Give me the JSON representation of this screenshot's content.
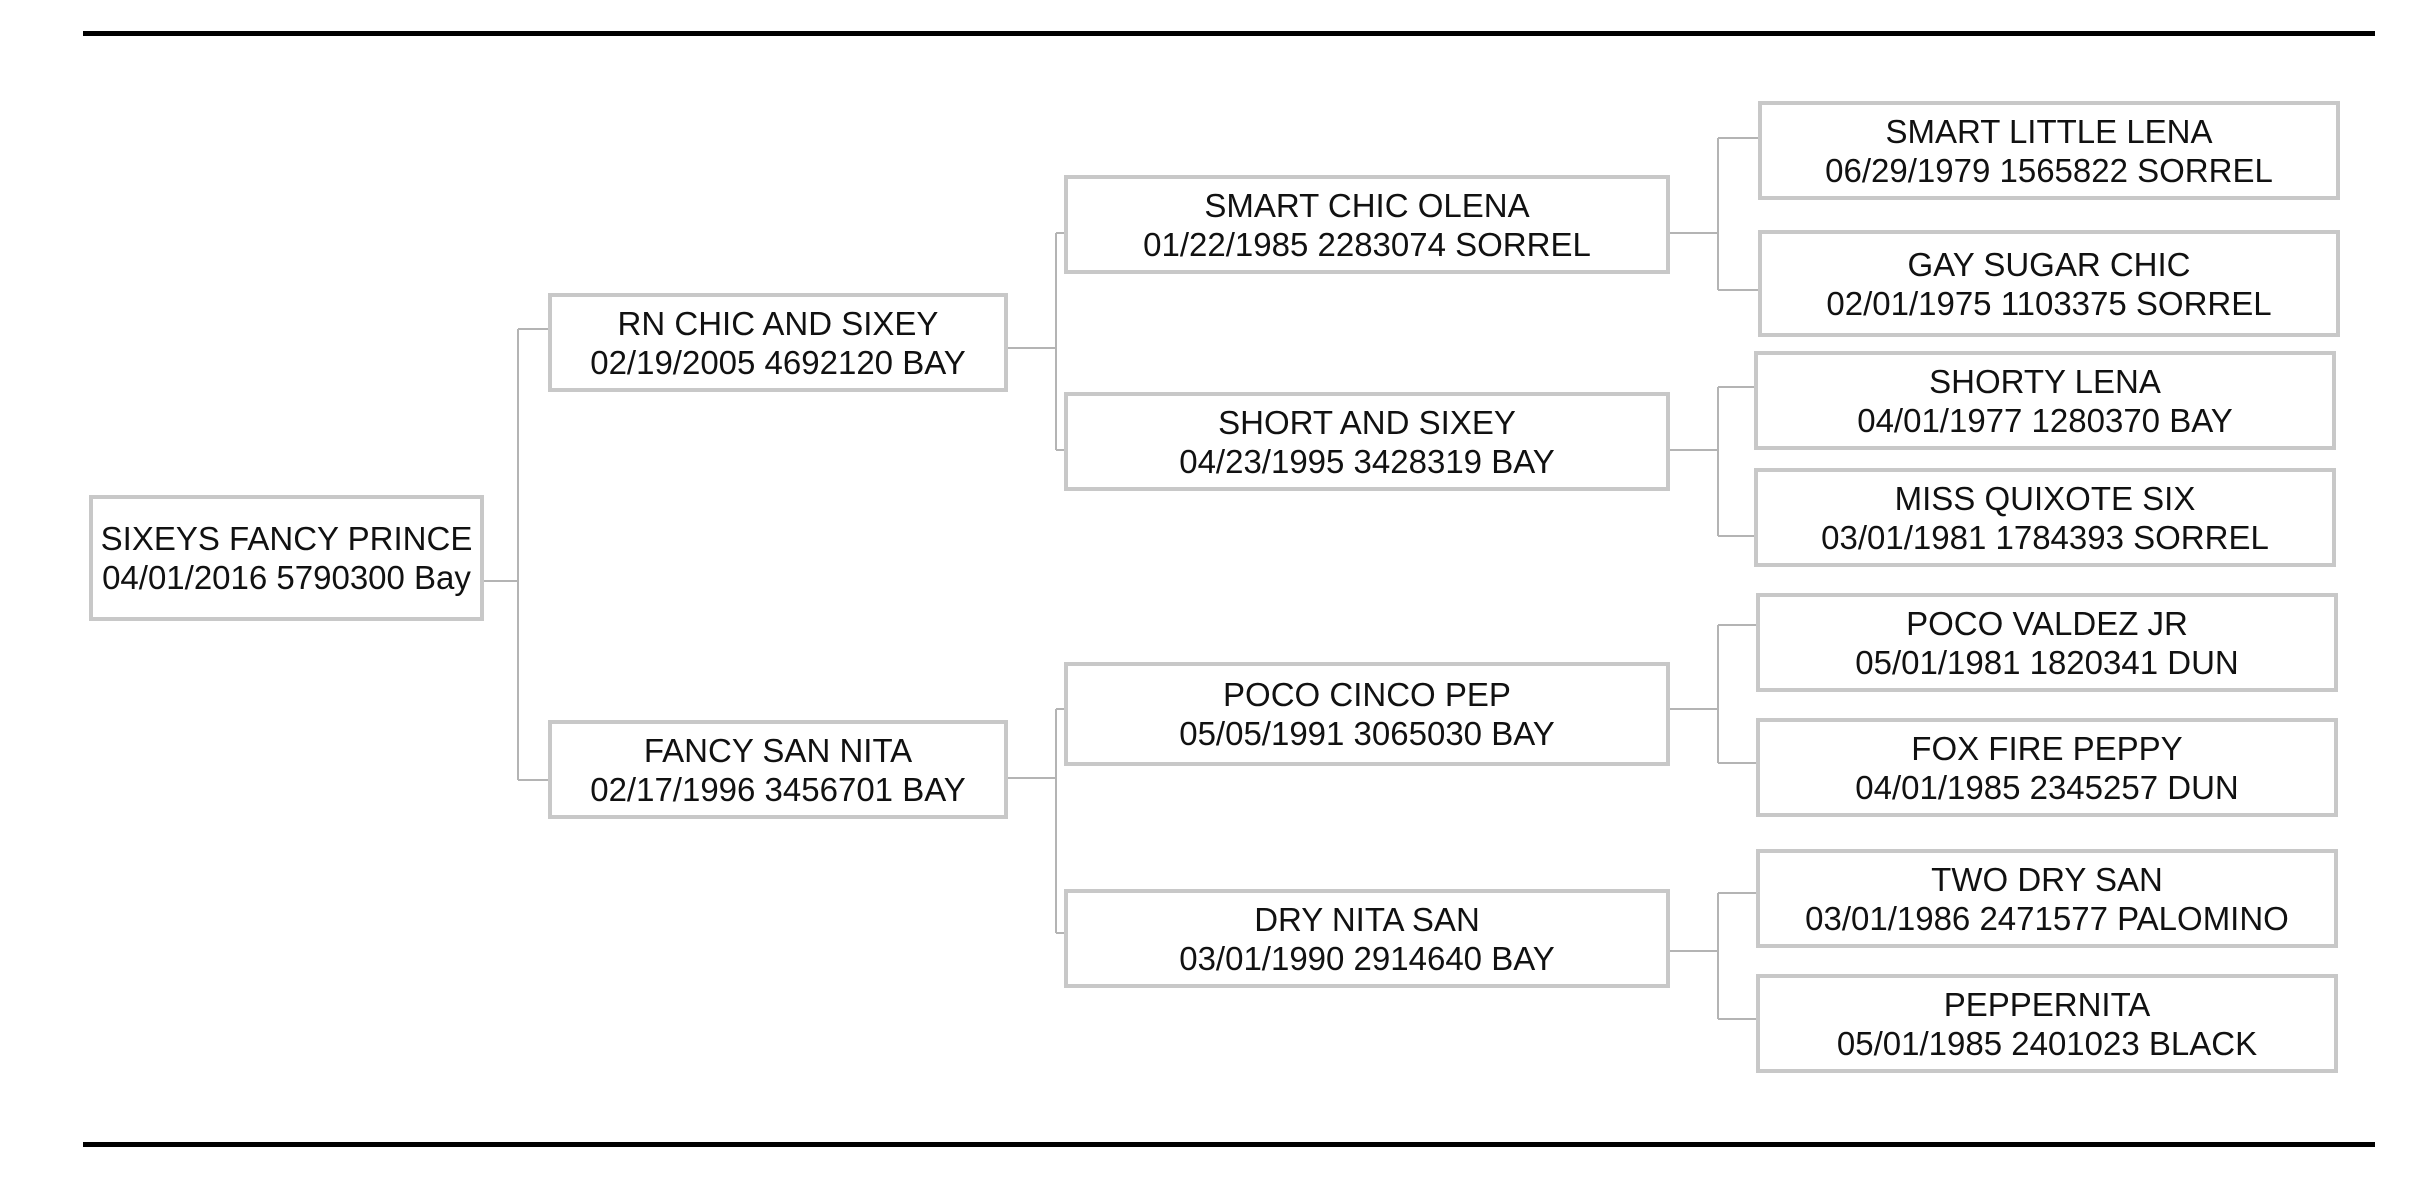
{
  "pedigree": {
    "subject": {
      "name": "SIXEYS FANCY PRINCE",
      "details": "04/01/2016 5790300 Bay"
    },
    "sire": {
      "name": "RN CHIC AND SIXEY",
      "details": "02/19/2005 4692120 BAY"
    },
    "dam": {
      "name": "FANCY SAN NITA",
      "details": "02/17/1996 3456701 BAY"
    },
    "sire_sire": {
      "name": "SMART CHIC OLENA",
      "details": "01/22/1985 2283074 SORREL"
    },
    "sire_dam": {
      "name": "SHORT AND SIXEY",
      "details": "04/23/1995 3428319 BAY"
    },
    "dam_sire": {
      "name": "POCO CINCO PEP",
      "details": "05/05/1991 3065030 BAY"
    },
    "dam_dam": {
      "name": "DRY NITA SAN",
      "details": "03/01/1990 2914640 BAY"
    },
    "sire_sire_sire": {
      "name": "SMART LITTLE LENA",
      "details": "06/29/1979 1565822 SORREL"
    },
    "sire_sire_dam": {
      "name": "GAY SUGAR CHIC",
      "details": "02/01/1975 1103375 SORREL"
    },
    "sire_dam_sire": {
      "name": "SHORTY LENA",
      "details": "04/01/1977 1280370 BAY"
    },
    "sire_dam_dam": {
      "name": "MISS QUIXOTE SIX",
      "details": "03/01/1981 1784393 SORREL"
    },
    "dam_sire_sire": {
      "name": "POCO VALDEZ JR",
      "details": "05/01/1981 1820341 DUN"
    },
    "dam_sire_dam": {
      "name": "FOX FIRE PEPPY",
      "details": "04/01/1985 2345257 DUN"
    },
    "dam_dam_sire": {
      "name": "TWO DRY SAN",
      "details": "03/01/1986 2471577 PALOMINO"
    },
    "dam_dam_dam": {
      "name": "PEPPERNITA",
      "details": "05/01/1985 2401023 BLACK"
    }
  }
}
